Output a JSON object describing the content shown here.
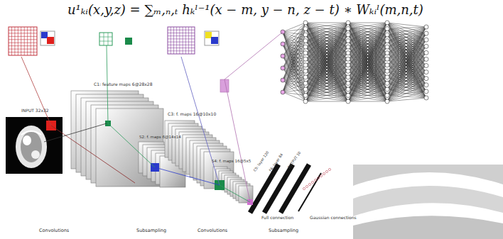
{
  "diagram": {
    "labels": [
      "u¹ₖᵢ(x,y,z) = ∑ₘ,ₙ,ₜ hₖˡ⁻¹(x − m, y − n, z − t) ∗ Wₖᵢˡ(m,n,t)",
      "INPUT 32x32",
      "C1: feature maps 6@28x28",
      "S2: f. maps 6@14x14",
      "C3: f. maps 16@10x10",
      "S4: f. maps 16@5x5",
      "C5: layer 120",
      "F6: layer 84",
      "OUTPUT 10",
      "Full connection",
      "Gaussian connections",
      "Convolutions",
      "Subsampling",
      "Convolutions",
      "Subsampling"
    ]
  }
}
